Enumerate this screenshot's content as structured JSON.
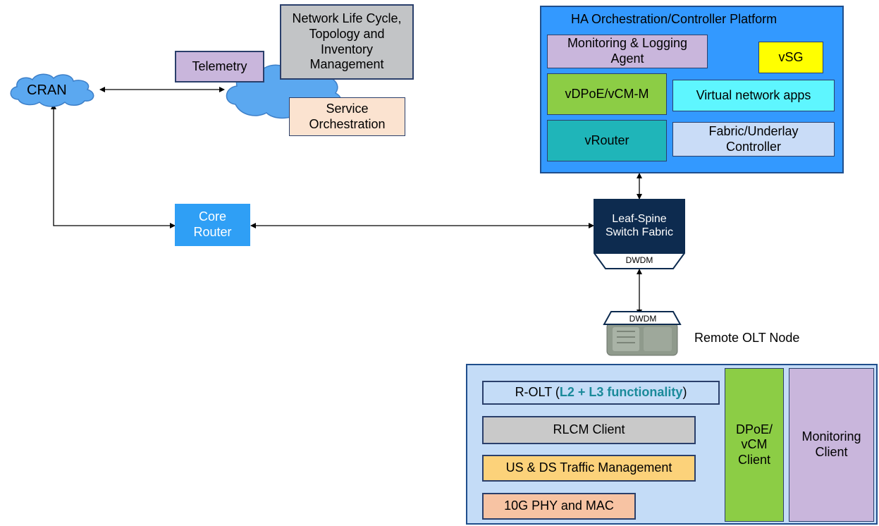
{
  "cran": {
    "label": "CRAN"
  },
  "mgmt": {
    "telemetry": "Telemetry",
    "network_life": "Network Life Cycle, Topology and Inventory Management",
    "service_orch": "Service Orchestration"
  },
  "ha": {
    "title": "HA Orchestration/Controller Platform",
    "monitoring_agent": "Monitoring & Logging Agent",
    "vsg": "vSG",
    "vdpoe": "vDPoE/vCM-M",
    "virtual_apps": "Virtual network apps",
    "vrouter": "vRouter",
    "fabric_ctrl": "Fabric/Underlay Controller"
  },
  "core_router": "Core Router",
  "leaf_spine": {
    "label": "Leaf-Spine Switch Fabric",
    "dwdm": "DWDM"
  },
  "remote_olt": {
    "dwdm": "DWDM",
    "label": "Remote OLT Node"
  },
  "olt_panel": {
    "rolt_prefix": "R-OLT (",
    "rolt_highlight": "L2 + L3 functionality",
    "rolt_suffix": ")",
    "rlcm": "RLCM Client",
    "traffic": "US & DS Traffic Management",
    "phy": "10G PHY and MAC",
    "dpoe_client": "DPoE/ vCM Client",
    "monitoring_client": "Monitoring Client"
  },
  "colors": {
    "ha_bg": "#3399ff",
    "purple": "#c9b6dc",
    "yellow": "#ffff00",
    "green": "#8ccd45",
    "cyan": "#5ef6ff",
    "teal": "#1fb5b9",
    "lightblue": "#c9dcf7",
    "navy": "#0d2b4f",
    "core": "#2f9ff5",
    "panel": "#c4dcf7",
    "gray": "#c9c9c9",
    "orange": "#fcd27a",
    "salmon": "#f7c3a3"
  }
}
